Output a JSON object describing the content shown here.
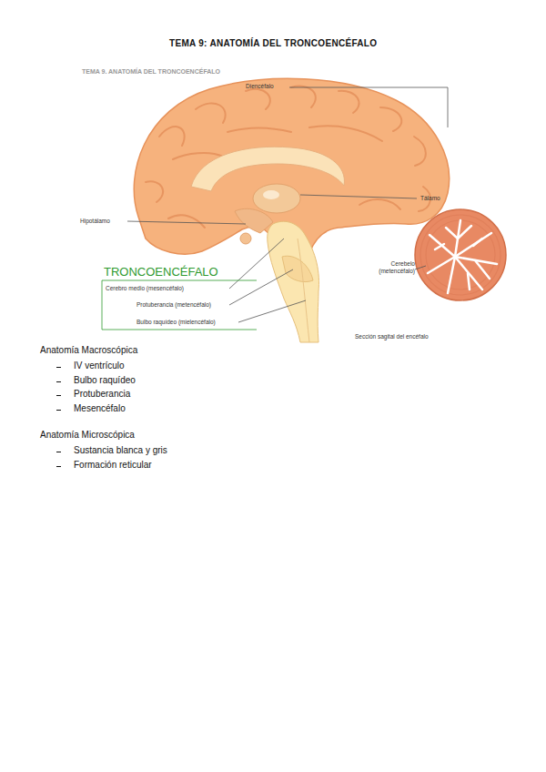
{
  "diagram": {
    "title": "TEMA 9: ANATOMÍA DEL TRONCOENCÉFALO",
    "labels": [
      "TEMA 9. ANATOMÍA DEL TRONCOENCÉFALO",
      "Diencéfalo",
      "Tálamo",
      "Hipotálamo",
      "TRONCOENCÉFALO",
      "Cerebro medio (mesencéfalo)",
      "Protuberancia (metencéfalo)",
      "Bulbo raquídeo (mielencéfalo)",
      "Cerebelo (metencéfalo)",
      "Sección sagital del encéfalo",
      "Anatomía Macroscópica",
      "IV ventrículo",
      "Bulbo raquídeo",
      "Protuberancia",
      "Mesencéfalo",
      "Anatomía Microscópica",
      "Sustancia blanca y gris",
      "Formación reticular"
    ]
  }
}
